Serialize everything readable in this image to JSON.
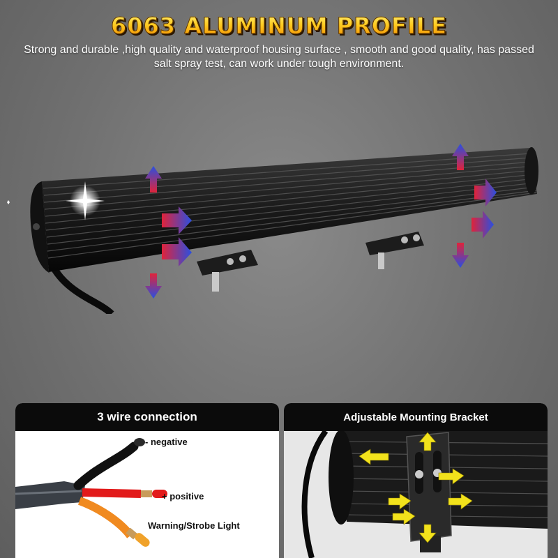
{
  "header": {
    "title": "6063 ALUMINUM PROFILE",
    "description": "Strong and durable ,high quality and waterproof housing surface , smooth and good quality, has passed salt spray test, can work under tough environment."
  },
  "panels": {
    "wiring": {
      "title": "3 wire connection",
      "labels": {
        "negative": "- negative",
        "positive": "+ positive",
        "warning": "Warning/Strobe Light"
      }
    },
    "bracket": {
      "title": "Adjustable Mounting Bracket"
    }
  },
  "colors": {
    "title_gold": "#ffcc22",
    "arrow_blue": "#2a4fe0",
    "arrow_red": "#e0233a",
    "arrow_yellow": "#f2e21c",
    "wire_red": "#e21b1b",
    "wire_orange": "#f08a20"
  },
  "icons": [
    "double-arrow-icon",
    "sparkle-icon",
    "bolt-icon"
  ]
}
